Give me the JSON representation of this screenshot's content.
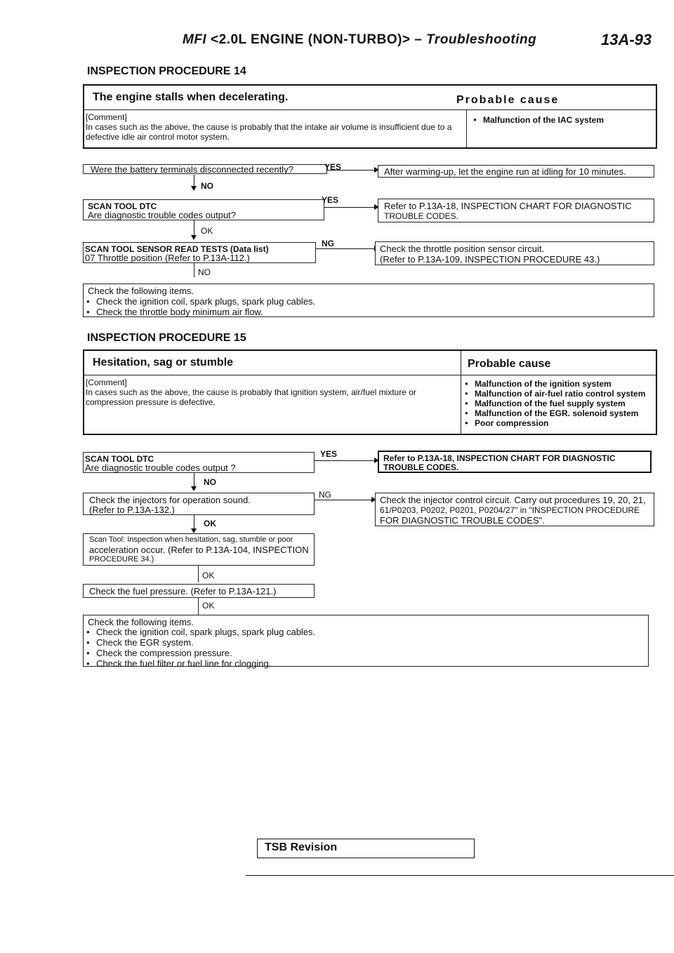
{
  "header": {
    "mfi": "MFI",
    "engine": "<2.0L ENGINE (NON-TURBO)>",
    "dash": "–",
    "section": "Troubleshooting",
    "page": "13A-93"
  },
  "proc14": {
    "title": "INSPECTION PROCEDURE 14",
    "symptom": "The engine stalls when decelerating.",
    "probable_cause_label": "Probable cause",
    "comment_label": "[Comment]",
    "comment": "In cases such as the above, the cause is probably that the intake air volume is insufficient due to a defective idle air control motor system.",
    "causes": [
      "Malfunction of the IAC system"
    ],
    "flow": {
      "q1": "Were the battery terminals disconnected recently?",
      "q1_yes": "YES",
      "q1_yes_action": "After warming-up, let the engine run at idling for 10 minutes.",
      "q1_no": "NO",
      "q2_title": "SCAN TOOL DTC",
      "q2": "Are diagnostic trouble codes output?",
      "q2_yes": "YES",
      "q2_yes_action_1": "Refer to P.13A-18, INSPECTION CHART FOR DIAGNOSTIC",
      "q2_yes_action_2": "TROUBLE CODES.",
      "q2_ok": "OK",
      "q3_title": "SCAN TOOL SENSOR READ TESTS (Data list)",
      "q3": "07 Throttle position (Refer to P.13A-112.)",
      "q3_ng": "NG",
      "q3_ng_action_1": "Check the throttle position sensor circuit.",
      "q3_ng_action_2": "(Refer to P.13A-109, INSPECTION PROCEDURE 43.)",
      "q3_no": "NO",
      "final_title": "Check the following items.",
      "final_items": [
        "Check the ignition coil, spark plugs, spark plug cables.",
        "Check the throttle body minimum air flow."
      ]
    }
  },
  "proc15": {
    "title": "INSPECTION PROCEDURE 15",
    "symptom": "Hesitation, sag or stumble",
    "probable_cause_label": "Probable cause",
    "comment_label": "[Comment]",
    "comment": "In cases such as the above, the cause is probably that ignition system, air/fuel mixture or compression pressure is defective.",
    "causes": [
      "Malfunction of the ignition system",
      "Malfunction of air-fuel ratio control system",
      "Malfunction of the fuel supply system",
      "Malfunction of the EGR. solenoid system",
      "Poor compression"
    ],
    "flow": {
      "q1_title": "SCAN TOOL DTC",
      "q1": "Are diagnostic trouble codes output ?",
      "q1_yes": "YES",
      "q1_yes_action_1": "Refer to P.13A-18, INSPECTION CHART FOR DIAGNOSTIC",
      "q1_yes_action_2": "TROUBLE CODES.",
      "q1_no": "NO",
      "q2_1": "Check the injectors for operation sound.",
      "q2_2": "(Refer to P.13A-132.)",
      "q2_ng": "NG",
      "q2_ng_action_1": "Check the injector control circuit. Carry out procedures 19, 20, 21,",
      "q2_ng_action_2": "61/P0203, P0202, P0201, P0204/27\" in \"INSPECTION PROCEDURE",
      "q2_ng_action_3": "FOR DIAGNOSTIC TROUBLE CODES\".",
      "q2_ok": "OK",
      "q3_1": "Scan Tool: Inspection when hesitation, sag, stumble or poor",
      "q3_2": "acceleration occur. (Refer to P.13A-104, INSPECTION",
      "q3_3": "PROCEDURE 34.)",
      "q3_ok": "OK",
      "q4": "Check the fuel pressure. (Refer to P.13A-121.)",
      "q4_ok": "OK",
      "final_title": "Check the following items.",
      "final_items": [
        "Check the ignition coil, spark plugs, spark plug cables.",
        "Check the EGR system.",
        "Check the compression pressure.",
        "Check the fuel filter or fuel line for clogging."
      ]
    }
  },
  "footer": {
    "tsb": "TSB Revision"
  }
}
